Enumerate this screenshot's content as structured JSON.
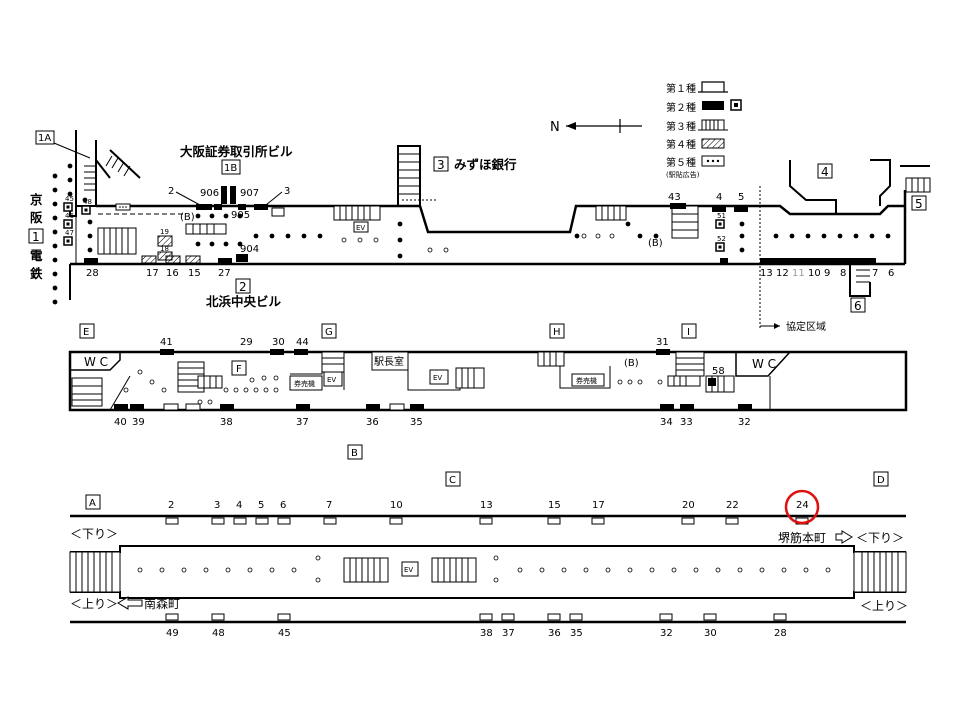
{
  "legend": {
    "items": [
      "第１種",
      "第２種",
      "第３種",
      "第４種",
      "第５種"
    ],
    "note": "(駅貼広告)"
  },
  "north": "N",
  "exits": {
    "e1a": "1A",
    "e1b": "1B",
    "e1": "1",
    "e2": "2",
    "e3": "3",
    "e4": "4",
    "e5": "5",
    "e6": "6"
  },
  "buildings": {
    "osaka_exchange": "大阪証券取引所ビル",
    "mizuho": "みずほ銀行",
    "kitahama": "北浜中央ビル",
    "keihan": [
      "京",
      "阪",
      "電",
      "鉄"
    ]
  },
  "boundary": "協定区域",
  "zones": {
    "A": "A",
    "B": "B",
    "C": "C",
    "D": "D",
    "E": "E",
    "F": "F",
    "G": "G",
    "H": "H",
    "I": "I"
  },
  "mid": {
    "wc": "W C",
    "station_master": "駅長室",
    "ticket": "券売機",
    "ev": "EV",
    "b": "(B)"
  },
  "top_labels": {
    "n906": "906",
    "n907": "907",
    "n905": "905",
    "n904": "904",
    "n2": "2",
    "n3": "3",
    "n43": "43",
    "n4": "4",
    "n5": "5",
    "n51": "51",
    "n52": "52",
    "n45": "45",
    "n46": "46",
    "n47": "47",
    "n48": "48",
    "n19": "19",
    "n18": "18",
    "bottom": [
      "28",
      "17",
      "16",
      "15",
      "27"
    ],
    "right_bottom": [
      "13",
      "12",
      "11",
      "10",
      "9",
      "8",
      "7",
      "6"
    ]
  },
  "mid_labels": {
    "top": [
      "41",
      "29",
      "30",
      "44",
      "31"
    ],
    "bottom": [
      "40",
      "39",
      "38",
      "37",
      "36",
      "35",
      "34",
      "33",
      "32"
    ],
    "n58": "58"
  },
  "platform": {
    "top_numbers": [
      "2",
      "3",
      "4",
      "5",
      "6",
      "7",
      "10",
      "13",
      "15",
      "17",
      "20",
      "22",
      "24"
    ],
    "bottom_numbers": [
      "49",
      "48",
      "45",
      "38",
      "37",
      "36",
      "35",
      "32",
      "30",
      "28"
    ],
    "down_left": "＜下り＞",
    "up_left": "＜上り＞",
    "to_minamimori": "南森町",
    "to_sakaisuji": "堺筋本町",
    "down_right": "＜下り＞",
    "up_right": "＜上り＞",
    "highlighted": "24"
  }
}
